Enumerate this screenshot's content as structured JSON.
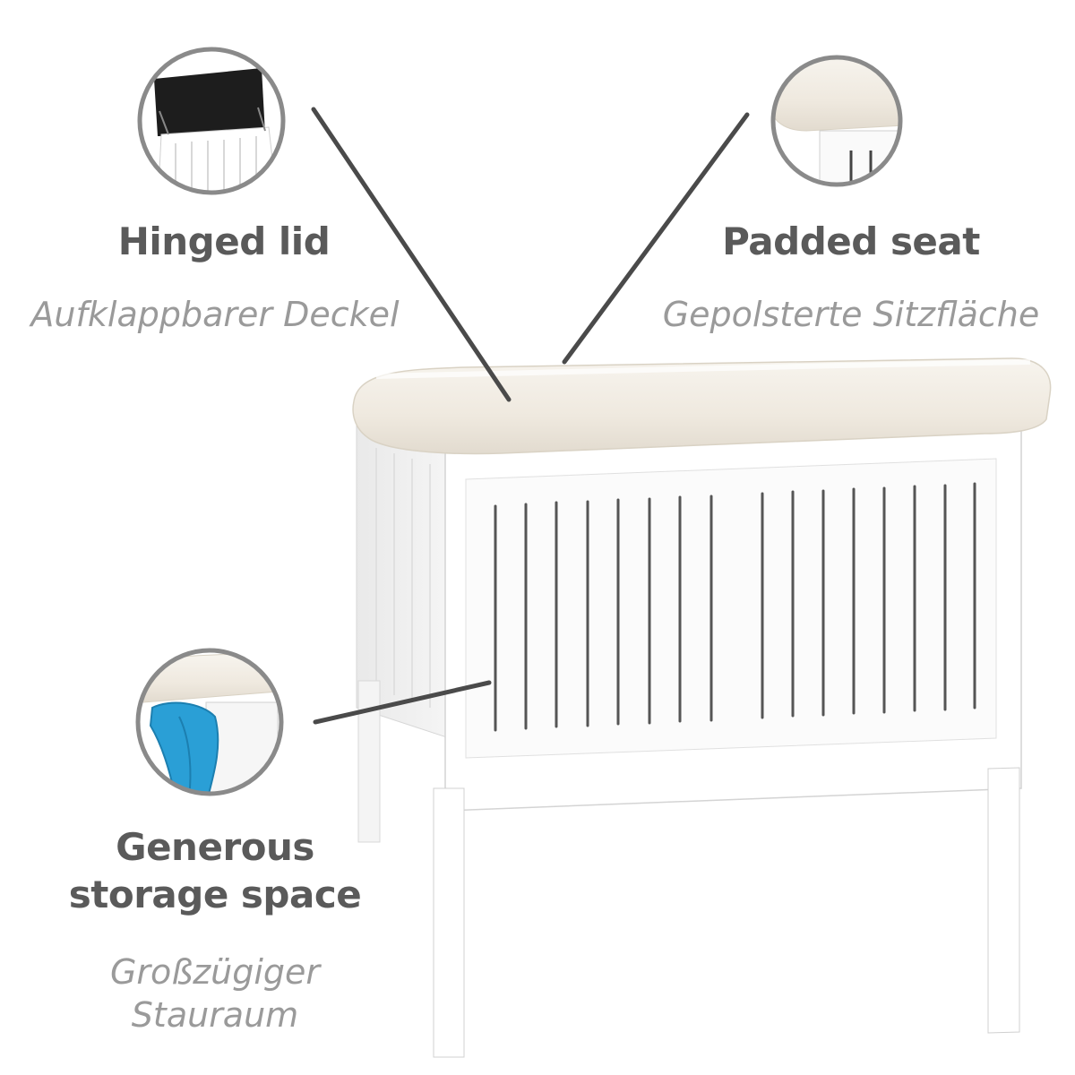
{
  "callouts": {
    "hinged_lid": {
      "title": "Hinged lid",
      "subtitle": "Aufklappbarer Deckel"
    },
    "padded_seat": {
      "title": "Padded seat",
      "subtitle": "Gepolsterte Sitzfläche"
    },
    "storage": {
      "title": "Generous storage space",
      "subtitle": "Großzügiger Stauraum"
    }
  },
  "colors": {
    "title": "#5a5a5a",
    "subtitle": "#9a9a9a",
    "bench": "#ffffff",
    "cushion": "#f1ece3",
    "towel": "#2a9fd6",
    "callout_line": "#4a4a4a",
    "circle_border": "#8a8a8a"
  }
}
